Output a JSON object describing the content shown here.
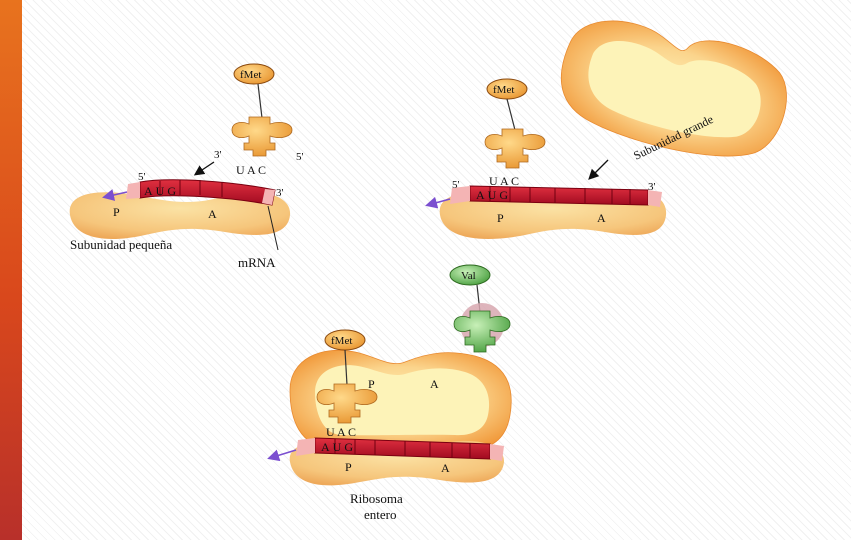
{
  "panel1": {
    "trna_amino_acid": "fMet",
    "anticodon": "U A C",
    "trna_end_3": "3'",
    "trna_end_5": "5'",
    "mrna_end_5": "5'",
    "mrna_end_3": "3'",
    "codon": "AUG",
    "site_p": "P",
    "site_a": "A",
    "caption_small_subunit": "Subunidad pequeña",
    "caption_mrna": "mRNA"
  },
  "panel2": {
    "trna_amino_acid": "fMet",
    "anticodon": "U A C",
    "mrna_end_5": "5'",
    "mrna_end_3": "3'",
    "codon": "AUG",
    "site_p": "P",
    "site_a": "A",
    "caption_large_subunit": "Subunidad grande"
  },
  "panel3": {
    "trna_amino_acid": "fMet",
    "incoming_amino_acid": "Val",
    "anticodon": "U A C",
    "codon": "AUG",
    "large_site_p": "P",
    "large_site_a": "A",
    "site_p": "P",
    "site_a": "A",
    "caption_line1": "Ribosoma",
    "caption_line2": "entero"
  },
  "colors": {
    "left_bar": "#e06a1e",
    "subunit_fill": "#f6c67c",
    "subunit_inner": "#fdf3b8",
    "mrna": "#c8102e",
    "trna": "#f0a73a",
    "val_trna": "#7ec86c",
    "export_arrow": "#7b4fd0"
  }
}
